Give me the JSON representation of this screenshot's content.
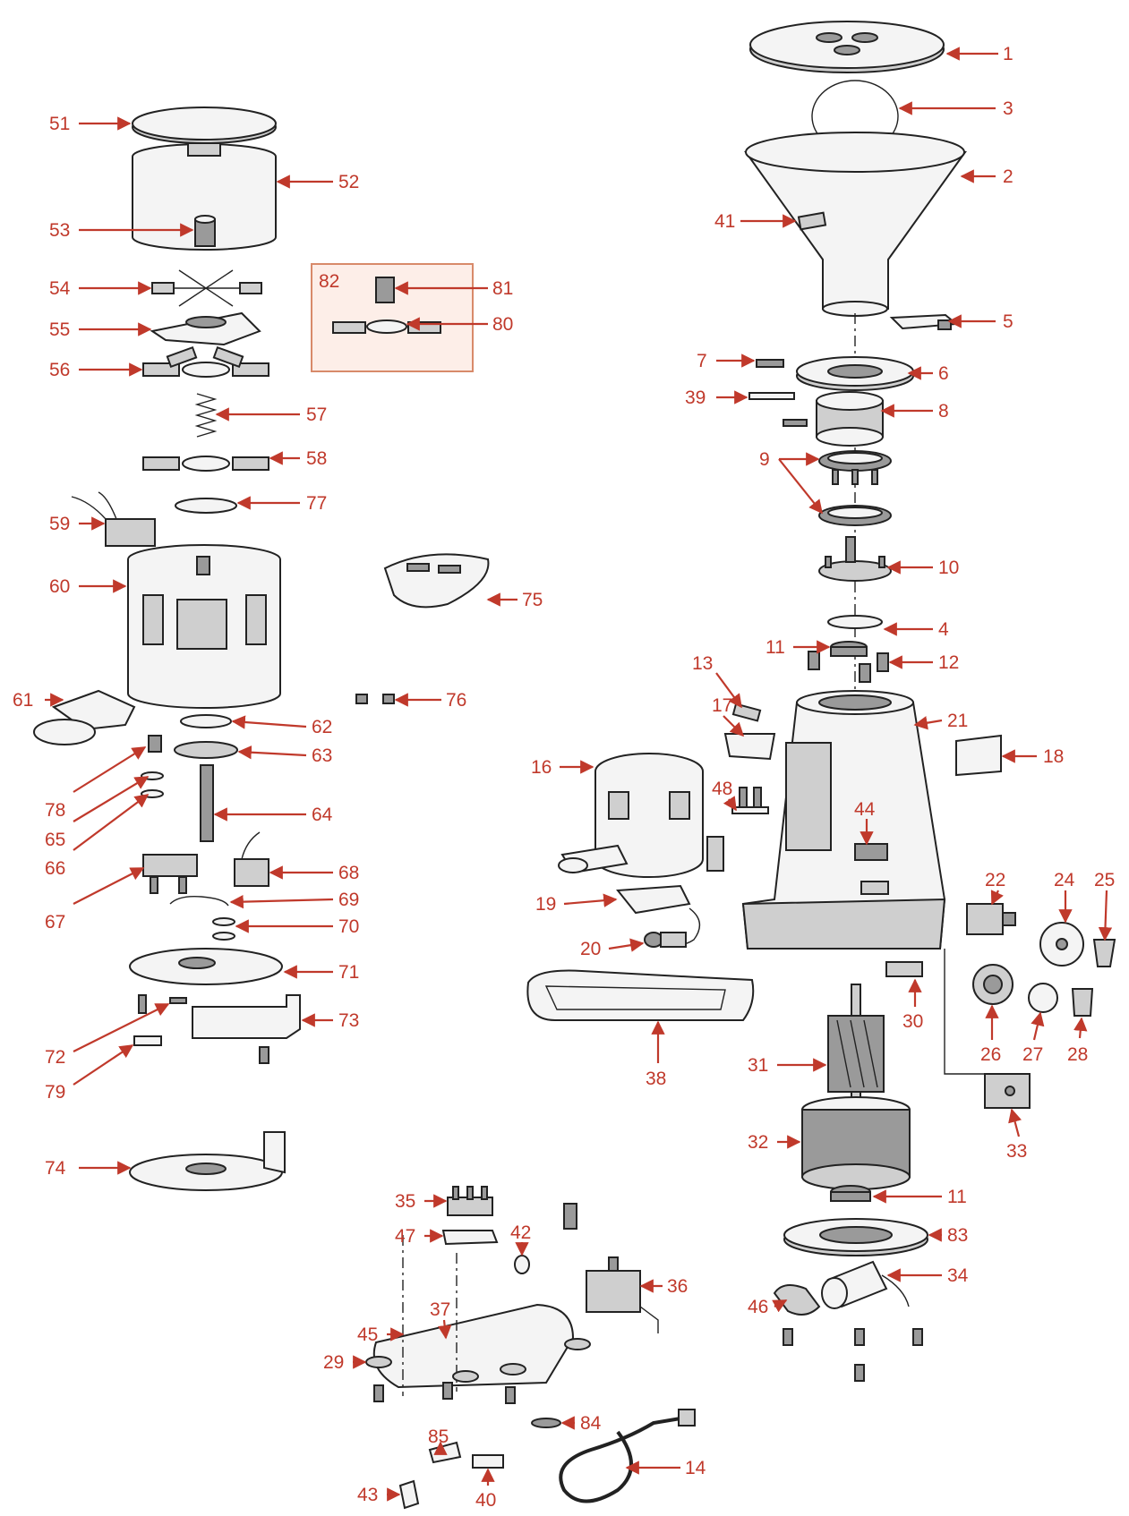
{
  "callouts": [
    "1",
    "3",
    "2",
    "41",
    "5",
    "7",
    "6",
    "39",
    "8",
    "9",
    "10",
    "4",
    "11",
    "12",
    "13",
    "21",
    "17",
    "18",
    "16",
    "48",
    "44",
    "19",
    "22",
    "24",
    "25",
    "20",
    "30",
    "26",
    "27",
    "28",
    "38",
    "31",
    "33",
    "32",
    "11",
    "83",
    "34",
    "46",
    "51",
    "52",
    "53",
    "82",
    "81",
    "54",
    "80",
    "55",
    "56",
    "57",
    "58",
    "77",
    "59",
    "60",
    "75",
    "61",
    "76",
    "62",
    "63",
    "78",
    "65",
    "64",
    "66",
    "68",
    "67",
    "69",
    "70",
    "71",
    "73",
    "72",
    "79",
    "74",
    "35",
    "42",
    "47",
    "36",
    "37",
    "45",
    "29",
    "84",
    "85",
    "43",
    "40",
    "14"
  ],
  "colors": {
    "callout": "#c0392b",
    "ink": "#222222",
    "highlight_box": "#fdeee8"
  },
  "exploded_view": true
}
